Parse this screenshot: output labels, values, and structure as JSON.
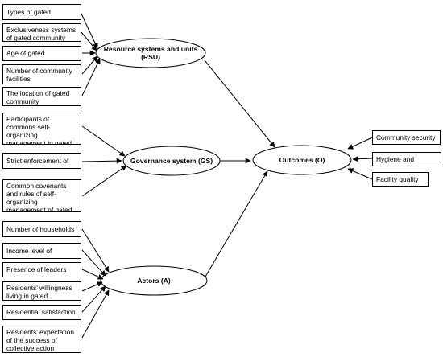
{
  "nodes": {
    "rsu": "Resource systems and units (RSU)",
    "gs": "Governance system (GS)",
    "a": "Actors (A)",
    "o": "Outcomes (O)"
  },
  "rsu_factors": [
    "Types of gated community",
    "Exclusiveness systems of gated community",
    "Age of gated community",
    "Number of community facilities",
    "The location of gated community"
  ],
  "gs_factors": [
    "Participants of commons self-organizing management in gated community",
    "Strict enforcement of rules",
    "Common covenants and rules of self-organizing management of gated communities"
  ],
  "a_factors": [
    "Number of households",
    "Income level of residents",
    "Presence of leaders",
    "Residents' willingness living in gated community",
    "Residential satisfaction",
    "Residents' expectation of the success of collective action"
  ],
  "o_factors": [
    "Community security",
    "Hygiene and cleanliness",
    "Facility quality"
  ],
  "colors": {
    "line": "#000000",
    "fill": "#ffffff"
  }
}
